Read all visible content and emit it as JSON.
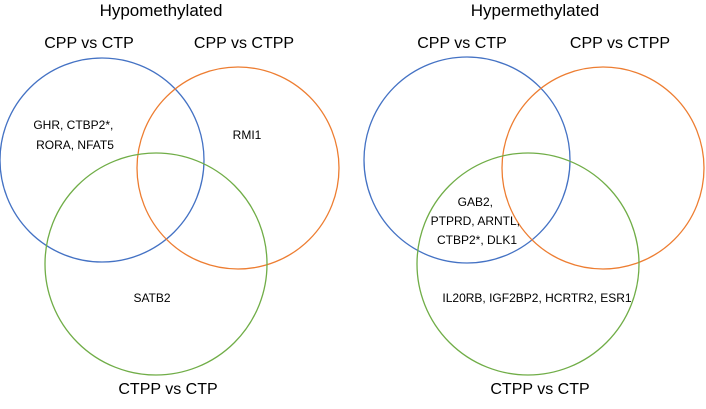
{
  "colors": {
    "blue": "#4472c4",
    "orange": "#ed7d31",
    "green": "#70ad47"
  },
  "panels": [
    {
      "title": "Hypomethylated",
      "sets": {
        "a": "CPP vs CTP",
        "b": "CPP vs CTPP",
        "c": "CTPP vs CTP"
      },
      "regions": {
        "a_only": [
          "GHR, CTBP2*,",
          "RORA, NFAT5"
        ],
        "b_only": [
          "RMI1"
        ],
        "c_only": [
          "SATB2"
        ]
      }
    },
    {
      "title": "Hypermethylated",
      "sets": {
        "a": "CPP vs CTP",
        "b": "CPP vs CTPP",
        "c": "CTPP vs CTP"
      },
      "regions": {
        "a_and_c": [
          "GAB2,",
          "PTPRD, ARNTL,",
          "CTBP2*, DLK1"
        ],
        "c_only": [
          "IL20RB, IGF2BP2, HCRTR2, ESR1"
        ]
      }
    }
  ]
}
